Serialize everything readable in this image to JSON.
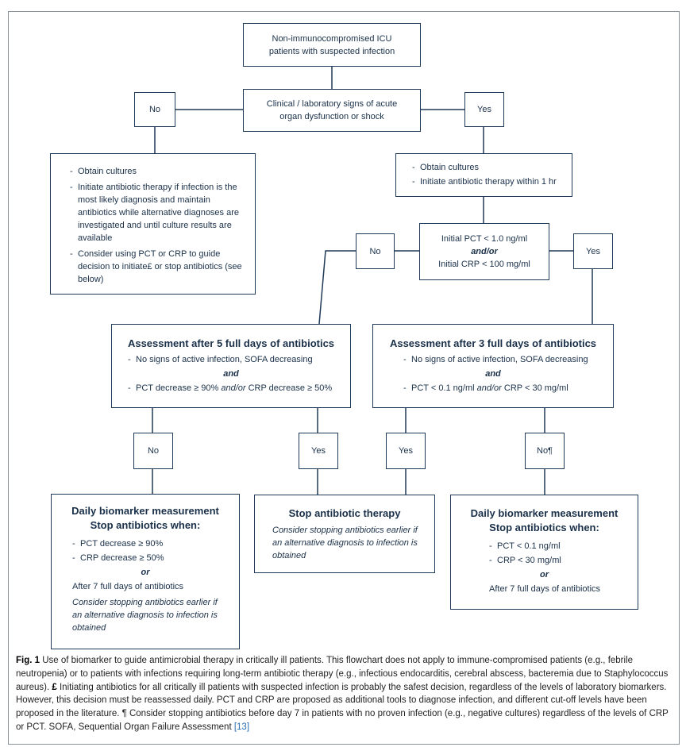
{
  "start": {
    "line1": "Non-immunocompromised ICU",
    "line2": "patients with suspected infection"
  },
  "signs": {
    "line1": "Clinical / laboratory signs of acute",
    "line2": "organ dysfunction or shock"
  },
  "labels": {
    "no1": "No",
    "yes1": "Yes",
    "no2": "No",
    "yes2": "Yes",
    "no3": "No",
    "yes3": "Yes",
    "yes4": "Yes",
    "no4": "No¶"
  },
  "left_action": {
    "items": [
      "Obtain cultures",
      "Initiate antibiotic therapy if infection is the most likely diagnosis and maintain antibiotics while alternative diagnoses are investigated and until culture results are available",
      "Consider using PCT or CRP to guide decision to initiate£ or stop antibiotics (see below)"
    ]
  },
  "right_action": {
    "items": [
      "Obtain cultures",
      "Initiate antibiotic therapy within 1 hr"
    ]
  },
  "biomarker": {
    "line1": "Initial PCT < 1.0 ng/ml",
    "andor": "and/or",
    "line2": "Initial CRP < 100 mg/ml"
  },
  "assess5": {
    "title": "Assessment after 5 full days of antibiotics",
    "item1": "No signs of active infection, SOFA decreasing",
    "and": "and",
    "item2_a": "PCT decrease ≥ 90% ",
    "item2_andor": "and/or",
    "item2_b": " CRP decrease ≥ 50%"
  },
  "assess3": {
    "title": "Assessment after 3 full days of antibiotics",
    "item1": "No signs of active infection, SOFA decreasing",
    "and": "and",
    "item2_a": "PCT < 0.1 ng/ml ",
    "item2_andor": "and/or",
    "item2_b": " CRP < 30 mg/ml"
  },
  "daily1": {
    "title1": "Daily biomarker measurement",
    "title2": "Stop antibiotics when:",
    "items": [
      "PCT decrease ≥ 90%",
      "CRP decrease ≥ 50%"
    ],
    "or": "or",
    "after": "After 7 full days of antibiotics",
    "note": "Consider stopping antibiotics earlier if an alternative diagnosis to infection is obtained"
  },
  "stop": {
    "title": "Stop antibiotic therapy",
    "note": "Consider stopping antibiotics earlier if an alternative diagnosis to infection is obtained"
  },
  "daily2": {
    "title1": "Daily biomarker measurement",
    "title2": "Stop antibiotics when:",
    "items": [
      "PCT < 0.1 ng/ml",
      "CRP < 30 mg/ml"
    ],
    "or": "or",
    "after": "After 7 full days of antibiotics"
  },
  "caption": {
    "label": "Fig. 1",
    "text1": "  Use of biomarker to guide antimicrobial therapy in critically ill patients. This flowchart does not apply to immune-compromised patients (e.g., febrile neutropenia) or to patients with infections requiring long-term antibiotic therapy (e.g., infectious endocarditis, cerebral abscess, bacteremia due to Staphylococcus aureus). ",
    "pound": "£",
    "text2": " Initiating antibiotics for all critically ill patients with suspected infection is probably the safest decision, regardless of the levels of laboratory biomarkers. However, this decision must be reassessed daily. PCT and CRP are proposed as additional tools to diagnose infection, and different cut-off levels have been proposed in the literature. ¶ Consider stopping antibiotics before day 7 in patients with no proven infection (e.g., negative cultures) regardless of the levels of CRP or PCT. SOFA, Sequential Organ Failure Assessment ",
    "ref": "[13]"
  },
  "colors": {
    "box_border": "#1f3a57",
    "text": "#1a3049",
    "ref": "#2a6db5"
  }
}
